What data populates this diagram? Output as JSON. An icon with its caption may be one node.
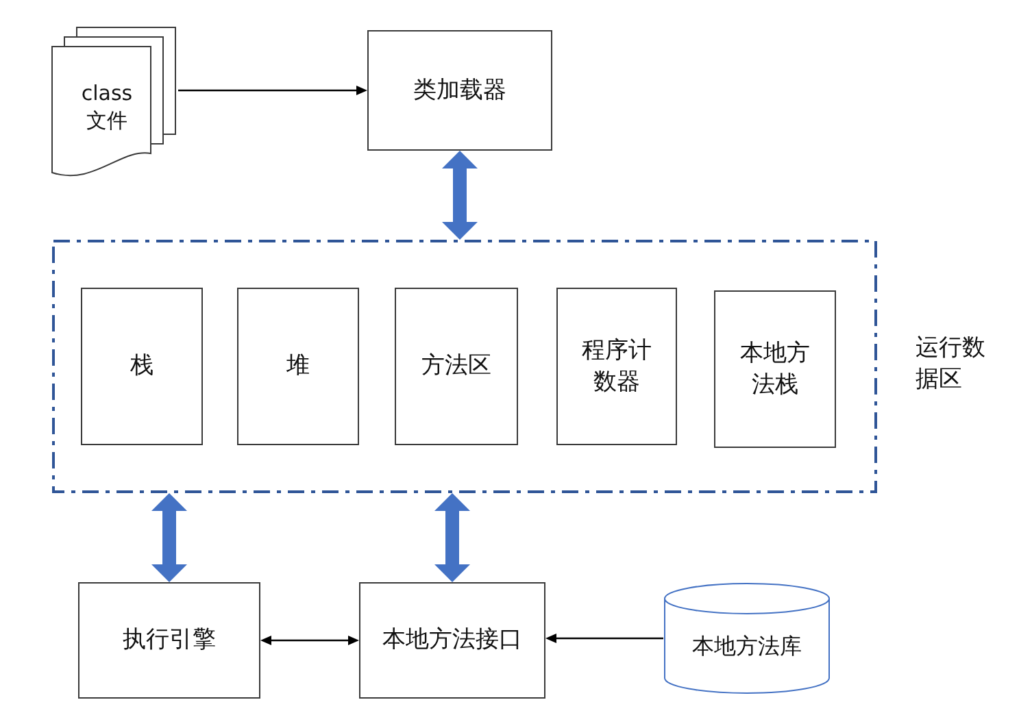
{
  "diagram": {
    "nodes": [
      {
        "text": [
          "class 文件"
        ]
      },
      {
        "text": [
          "类加载器"
        ]
      },
      {
        "text": [
          "运行数据区"
        ]
      },
      {
        "text": [
          "栈"
        ],
        "in": 2
      },
      {
        "text": [
          "堆"
        ],
        "in": 2
      },
      {
        "text": [
          "方法区"
        ],
        "in": 2
      },
      {
        "text": [
          "程序计数器"
        ],
        "in": 2
      },
      {
        "text": [
          "本地方法栈"
        ],
        "in": 2
      },
      {
        "text": [
          "执行引擎"
        ]
      },
      {
        "text": [
          "本地方法接口"
        ]
      },
      {
        "text": [
          "本地方法库"
        ]
      }
    ],
    "edges": [
      {
        "from": 0,
        "to": 1,
        "arrow": "to"
      },
      {
        "from": 1,
        "to": 2,
        "arrow": "both",
        "style": "thick",
        "color": "#4472c4"
      },
      {
        "from": 2,
        "to": 8,
        "arrow": "both",
        "style": "thick",
        "color": "#4472c4"
      },
      {
        "from": 2,
        "to": 9,
        "arrow": "both",
        "style": "thick",
        "color": "#4472c4"
      },
      {
        "from": 8,
        "to": 9,
        "arrow": "both"
      },
      {
        "from": 10,
        "to": 9,
        "arrow": "to"
      }
    ]
  }
}
